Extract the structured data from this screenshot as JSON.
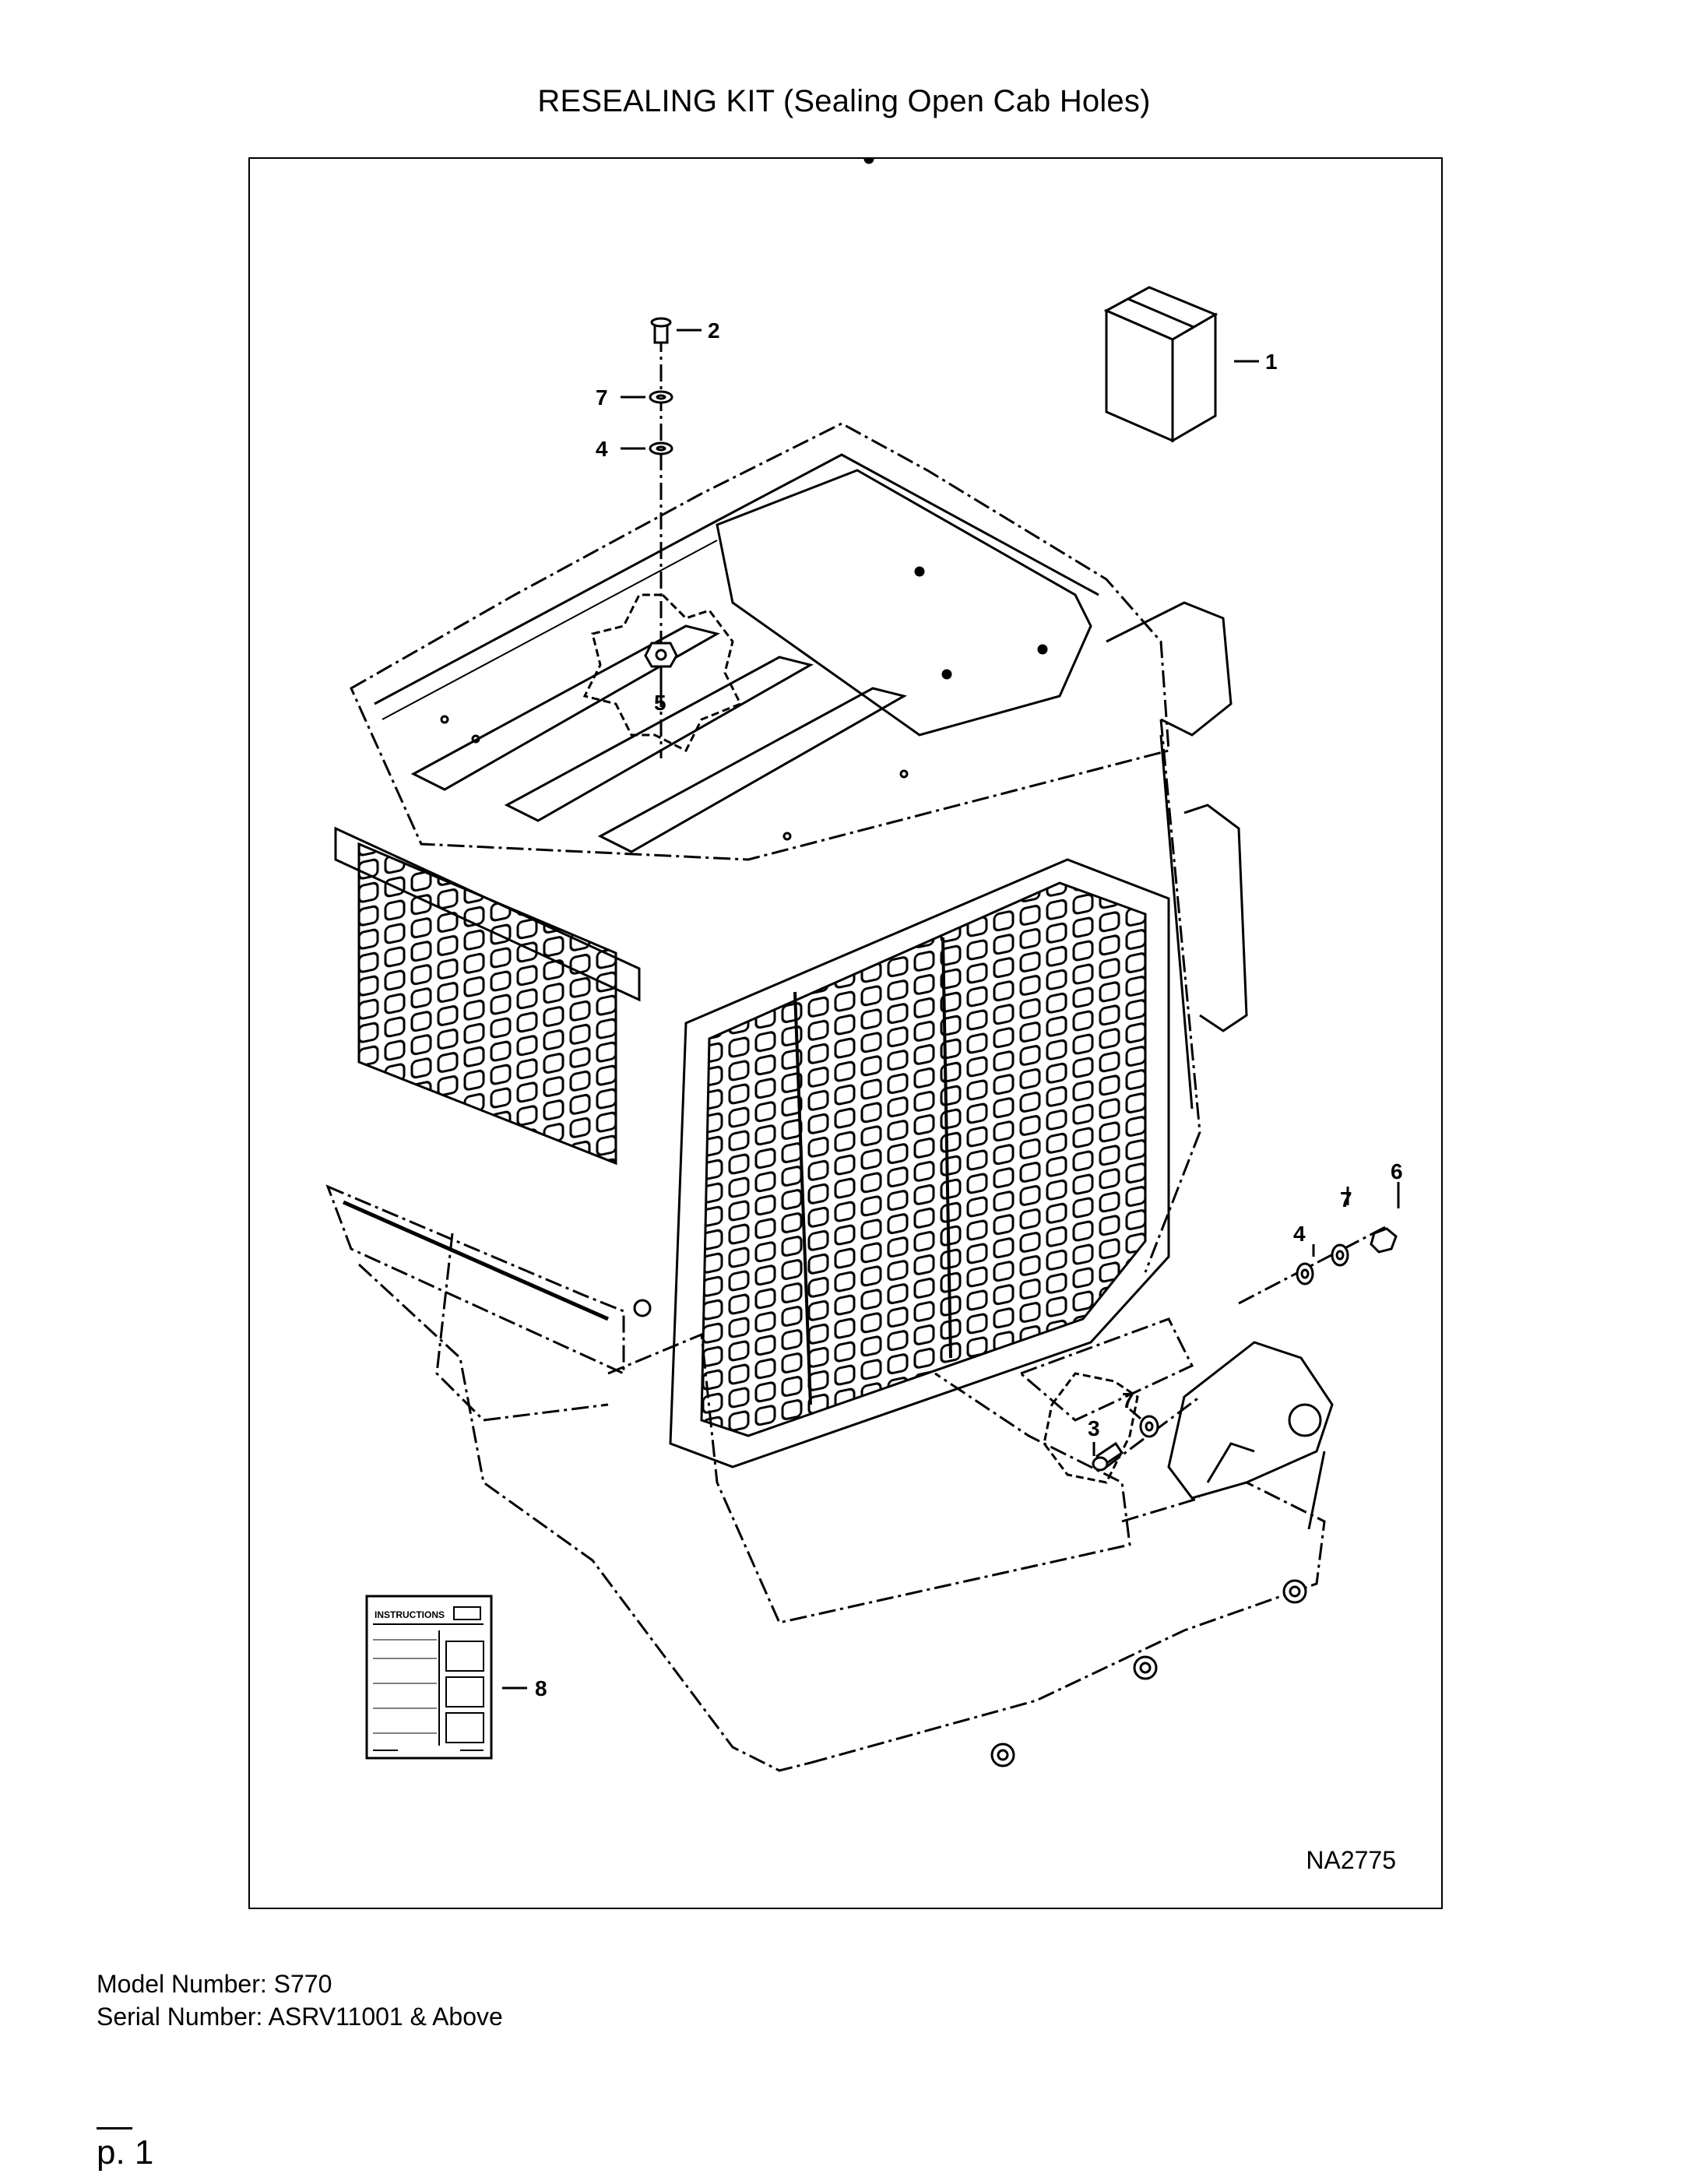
{
  "title": "RESEALING KIT (Sealing Open Cab Holes)",
  "callouts": {
    "c1": "1",
    "c2": "2",
    "c3": "3",
    "c4a": "4",
    "c4b": "4",
    "c5": "5",
    "c6": "6",
    "c7a": "7",
    "c7b": "7",
    "c7c": "7",
    "c8": "8"
  },
  "instructions_label": "INSTRUCTIONS",
  "figure_id": "NA2775",
  "model_number": "Model Number: S770",
  "serial_number": "Serial Number: ASRV11001 & Above",
  "page_number": "p. 1"
}
